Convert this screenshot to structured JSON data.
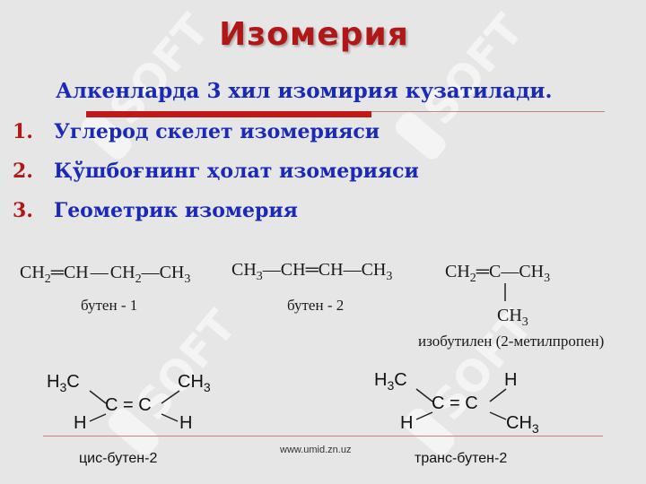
{
  "slide": {
    "title": "Изомерия",
    "subtitle": "Алкенларда 3 хил изомирия кузатилади.",
    "list": [
      {
        "num": "1.",
        "text": "Углерод скелет изомерияси"
      },
      {
        "num": "2.",
        "text": "Қўшбоғнинг ҳолат изомерияси"
      },
      {
        "num": "3.",
        "text": "Геометрик изомерия"
      }
    ],
    "watermark": "SOFT",
    "url": "www.umid.zn.uz"
  },
  "formulas": {
    "butene1": {
      "ch2": "CH",
      "sub2": "2",
      "eq": "═",
      "ch": "CH",
      "dash": "—",
      "ch2b": "CH",
      "sub2b": "2",
      "dash2": "—",
      "ch3": "CH",
      "sub3": "3",
      "caption": "бутен - 1"
    },
    "butene2": {
      "ch3a": "CH",
      "sub3a": "3",
      "dash1": "—",
      "cha": "CH",
      "eq": "═",
      "chb": "CH",
      "dash2": "—",
      "ch3b": "CH",
      "sub3b": "3",
      "caption": "бутен - 2"
    },
    "isobutylene": {
      "ch2": "CH",
      "sub2": "2",
      "eq": "═",
      "c": "C",
      "dash": "—",
      "ch3": "CH",
      "sub3": "3",
      "branch": "CH",
      "subb": "3",
      "caption": "изобутилен  (2-метилпропен)"
    },
    "cis": {
      "h3c": "H",
      "h3c_sub": "3",
      "h3c_c": "C",
      "ch3": "CH",
      "ch3_sub": "3",
      "core": "C = C",
      "h_left": "H",
      "h_right": "H",
      "caption": "цис-бутен-2"
    },
    "trans": {
      "h3c": "H",
      "h3c_sub": "3",
      "h3c_c": "C",
      "h_top": "H",
      "core": "C = C",
      "h_left": "H",
      "ch3": "CH",
      "ch3_sub": "3",
      "caption": "транс-бутен-2"
    }
  }
}
